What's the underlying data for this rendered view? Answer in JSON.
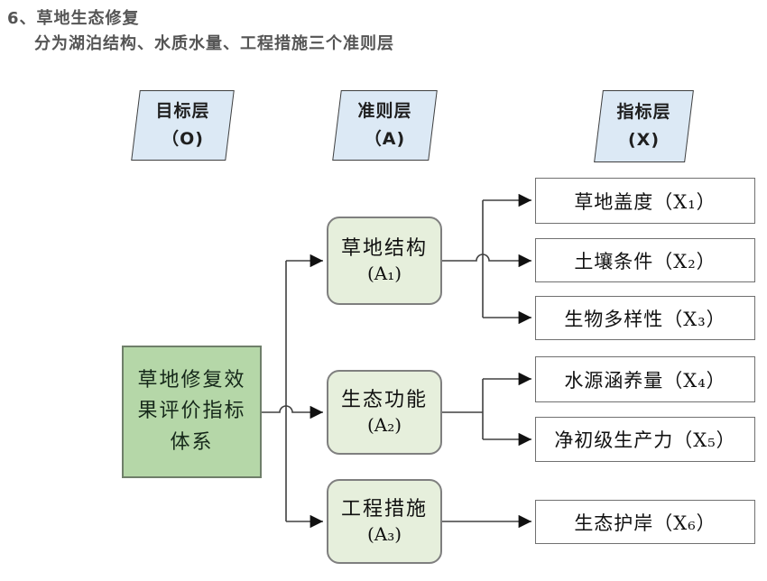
{
  "page": {
    "title": "6、草地生态修复",
    "subtitle": "分为湖泊结构、水质水量、工程措施三个准则层"
  },
  "layer_headers": [
    {
      "label": "目标层",
      "code": "（O)"
    },
    {
      "label": "准则层",
      "code": "（A)"
    },
    {
      "label": "指标层",
      "code": "(X)"
    }
  ],
  "goal": {
    "label": "草地修复效果评价指标体系"
  },
  "criteria": [
    {
      "label": "草地结构",
      "code": "(A₁)"
    },
    {
      "label": "生态功能",
      "code": "(A₂)"
    },
    {
      "label": "工程措施",
      "code": "(A₃)"
    }
  ],
  "indicators": [
    {
      "label": "草地盖度（X₁）",
      "parent": "A₁"
    },
    {
      "label": "土壤条件（X₂）",
      "parent": "A₁"
    },
    {
      "label": "生物多样性（X₃）",
      "parent": "A₁"
    },
    {
      "label": "水源涵养量（X₄）",
      "parent": "A₂"
    },
    {
      "label": "净初级生产力（X₅）",
      "parent": "A₂"
    },
    {
      "label": "生态护岸（X₆）",
      "parent": "A₃"
    }
  ],
  "edges": [
    {
      "from": "goal",
      "to": "A₁"
    },
    {
      "from": "goal",
      "to": "A₂"
    },
    {
      "from": "goal",
      "to": "A₃"
    },
    {
      "from": "A₁",
      "to": "X₁"
    },
    {
      "from": "A₁",
      "to": "X₂"
    },
    {
      "from": "A₁",
      "to": "X₃"
    },
    {
      "from": "A₂",
      "to": "X₄"
    },
    {
      "from": "A₂",
      "to": "X₅"
    },
    {
      "from": "A₃",
      "to": "X₆"
    }
  ],
  "colors": {
    "title_text": "#555555",
    "header_fill": "#dce9f5",
    "header_border": "#3f3f3f",
    "goal_fill": "#b5d7a8",
    "criteria_fill": "#e6efdc",
    "indicator_fill": "#ffffff",
    "box_border": "#7f7f7f",
    "line": "#404040",
    "arrow": "#111111"
  }
}
